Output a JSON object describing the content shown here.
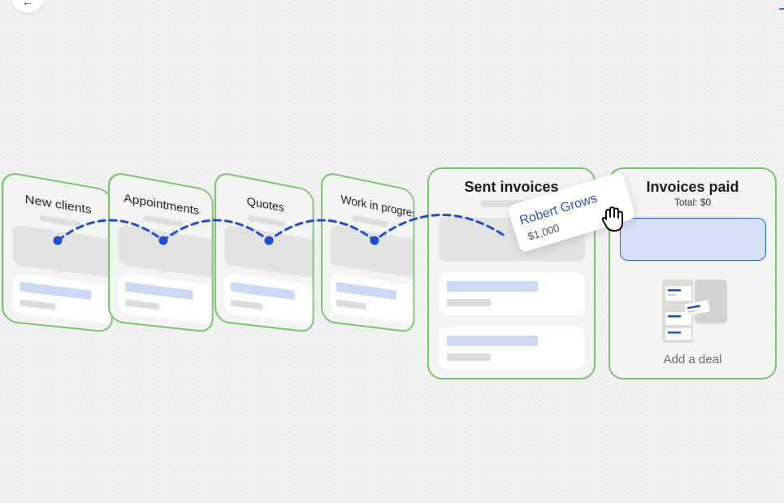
{
  "nav": {
    "back_icon": "←"
  },
  "stages": [
    {
      "title": "New clients"
    },
    {
      "title": "Appointments"
    },
    {
      "title": "Quotes"
    },
    {
      "title": "Work in progress"
    }
  ],
  "sent": {
    "title": "Sent invoices"
  },
  "paid": {
    "title": "Invoices paid",
    "total": "Total: $0",
    "add_label": "Add a deal"
  },
  "drag_card": {
    "name": "Robert Grows",
    "amount": "$1,000"
  },
  "icons": {
    "back": "arrow-left-icon",
    "hand": "grab-hand-icon",
    "deal": "deal-stack-icon"
  },
  "colors": {
    "border": "#7bc26f",
    "accent": "#1f4fd0",
    "placeholder_blue": "#cdd9f6"
  }
}
